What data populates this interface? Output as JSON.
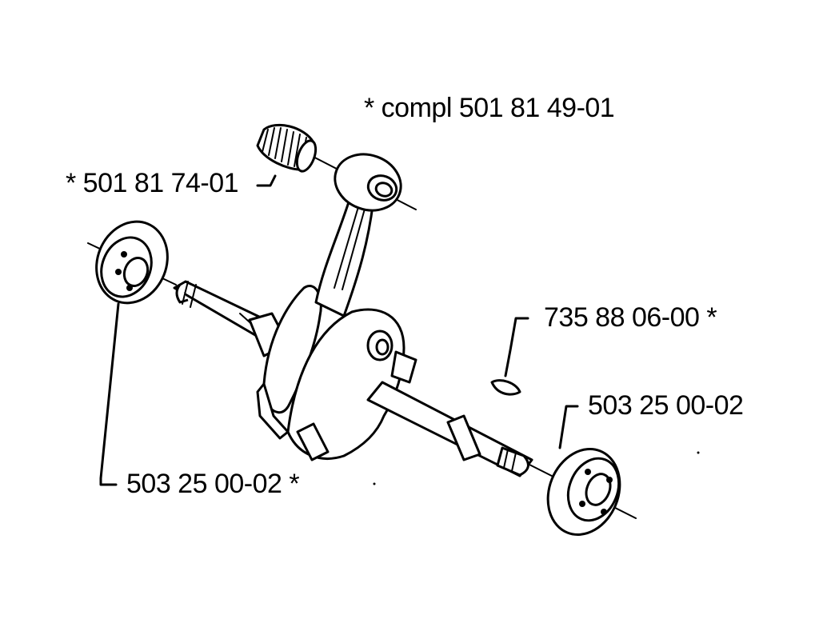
{
  "labels": {
    "crankshaft_complete": "*  compl 501 81 49-01",
    "needle_bearing": "*  501 81 74-01",
    "woodruff_key": "735 88 06-00  *",
    "bearing_right": "503 25 00-02",
    "bearing_left": "503 25 00-02  *"
  }
}
